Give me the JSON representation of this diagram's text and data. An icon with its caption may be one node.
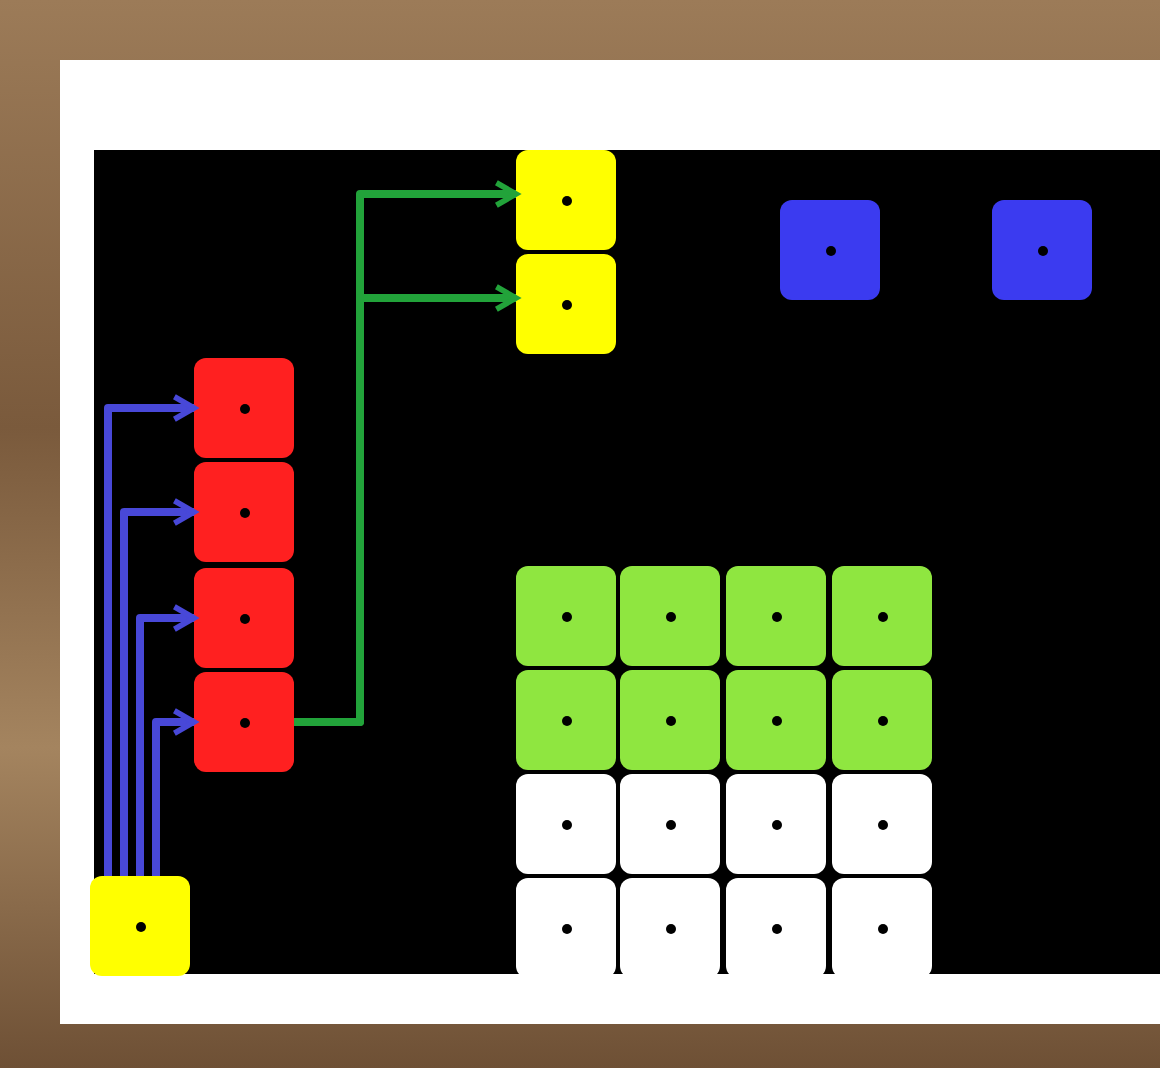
{
  "diagram": {
    "nodes": [
      {
        "text": [],
        "shape": "box"
      },
      {
        "text": [],
        "shape": "box"
      },
      {
        "text": [],
        "shape": "box"
      },
      {
        "text": [],
        "shape": "box"
      },
      {
        "text": [],
        "shape": "box"
      },
      {
        "text": [],
        "shape": "box"
      },
      {
        "text": [],
        "shape": "box"
      },
      {
        "text": [],
        "shape": "box"
      },
      {
        "text": [],
        "shape": "box"
      },
      {
        "text": [],
        "shape": "box"
      },
      {
        "text": [],
        "shape": "box"
      },
      {
        "text": [],
        "shape": "box"
      },
      {
        "text": [],
        "shape": "box"
      },
      {
        "text": [],
        "shape": "box"
      },
      {
        "text": [],
        "shape": "box"
      },
      {
        "text": [],
        "shape": "box"
      },
      {
        "text": [],
        "shape": "box"
      },
      {
        "text": [],
        "shape": "box"
      },
      {
        "text": [],
        "shape": "box"
      },
      {
        "text": [],
        "shape": "box"
      },
      {
        "text": [],
        "shape": "box"
      },
      {
        "text": [],
        "shape": "box"
      },
      {
        "text": [],
        "shape": "box"
      },
      {
        "text": [],
        "shape": "box"
      },
      {
        "text": [],
        "shape": "box"
      }
    ],
    "edges": [
      {
        "from": 20,
        "to": 4,
        "arrow": "to"
      },
      {
        "from": 20,
        "to": 5,
        "arrow": "to"
      },
      {
        "from": 20,
        "to": 6,
        "arrow": "to"
      },
      {
        "from": 20,
        "to": 7,
        "arrow": "to"
      },
      {
        "from": 7,
        "to": 0,
        "arrow": "to",
        "color": "#22a33a"
      },
      {
        "from": 7,
        "to": 1,
        "arrow": "to",
        "color": "#22a33a"
      }
    ]
  }
}
